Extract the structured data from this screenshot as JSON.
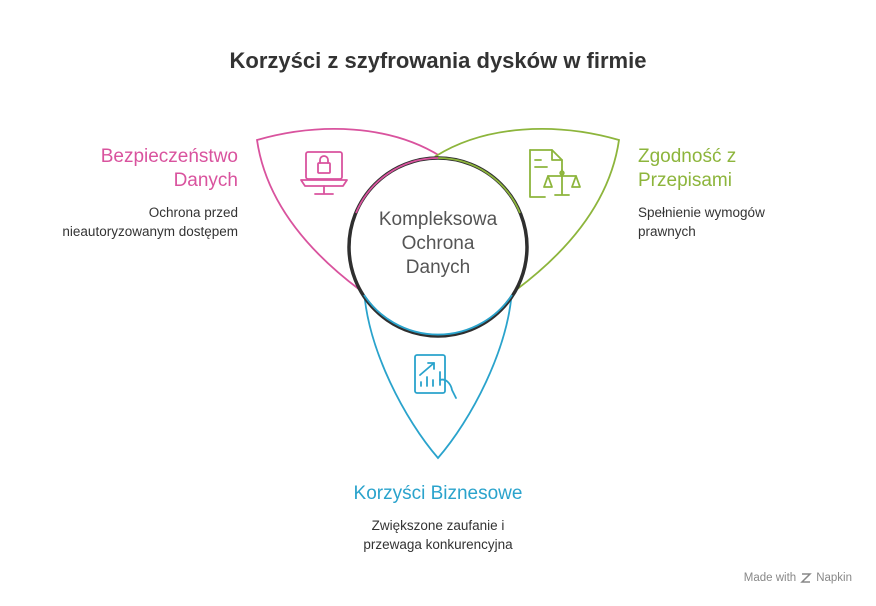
{
  "title": "Korzyści z szyfrowania dysków w firmie",
  "center": {
    "lines": [
      "Kompleksowa",
      "Ochrona",
      "Danych"
    ]
  },
  "pillars": [
    {
      "title_lines": [
        "Bezpieczeństwo",
        "Danych"
      ],
      "desc_lines": [
        "Ochrona przed",
        "nieautoryzowanym dostępem"
      ],
      "color": "#D9539E",
      "icon": "laptop-lock-icon"
    },
    {
      "title_lines": [
        "Zgodność z",
        "Przepisami"
      ],
      "desc_lines": [
        "Spełnienie wymogów",
        "prawnych"
      ],
      "color": "#8DB53C",
      "icon": "document-scales-icon"
    },
    {
      "title_lines": [
        "Korzyści Biznesowe"
      ],
      "desc_lines": [
        "Zwiększone zaufanie i",
        "przewaga konkurencyjna"
      ],
      "color": "#2AA3CC",
      "icon": "tablet-chart-icon"
    }
  ],
  "colors": {
    "title": "#333333",
    "center_stroke": "#2f2f2f",
    "center_text": "#555555"
  },
  "brand": {
    "prefix": "Made with",
    "name": "Napkin"
  }
}
